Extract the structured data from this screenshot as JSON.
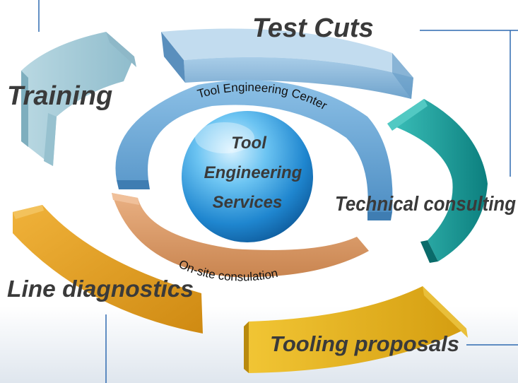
{
  "center": {
    "line1": "Tool",
    "line2": "Engineering",
    "line3": "Services"
  },
  "inner_rings": {
    "top_label": "Tool Engineering Center",
    "bottom_label": "On-site consulation"
  },
  "outer_segments": {
    "test_cuts": "Test Cuts",
    "training": "Training",
    "technical_consulting": "Technical consulting",
    "line_diagnostics": "Line diagnostics",
    "tooling_proposals": "Tooling proposals"
  },
  "colors": {
    "test_cuts": "#7fb0d6",
    "training": "#a7ccd8",
    "technical_consulting": "#1a9f9c",
    "line_diagnostics": "#e0a020",
    "tooling_proposals": "#e3b21a",
    "tool_center_ring": "#6ea8d6",
    "onsite_ring": "#d99b66",
    "sphere": "#3aa0e0",
    "connector_lines": "#2f6ab0",
    "label_text": "#3a3a3a"
  }
}
